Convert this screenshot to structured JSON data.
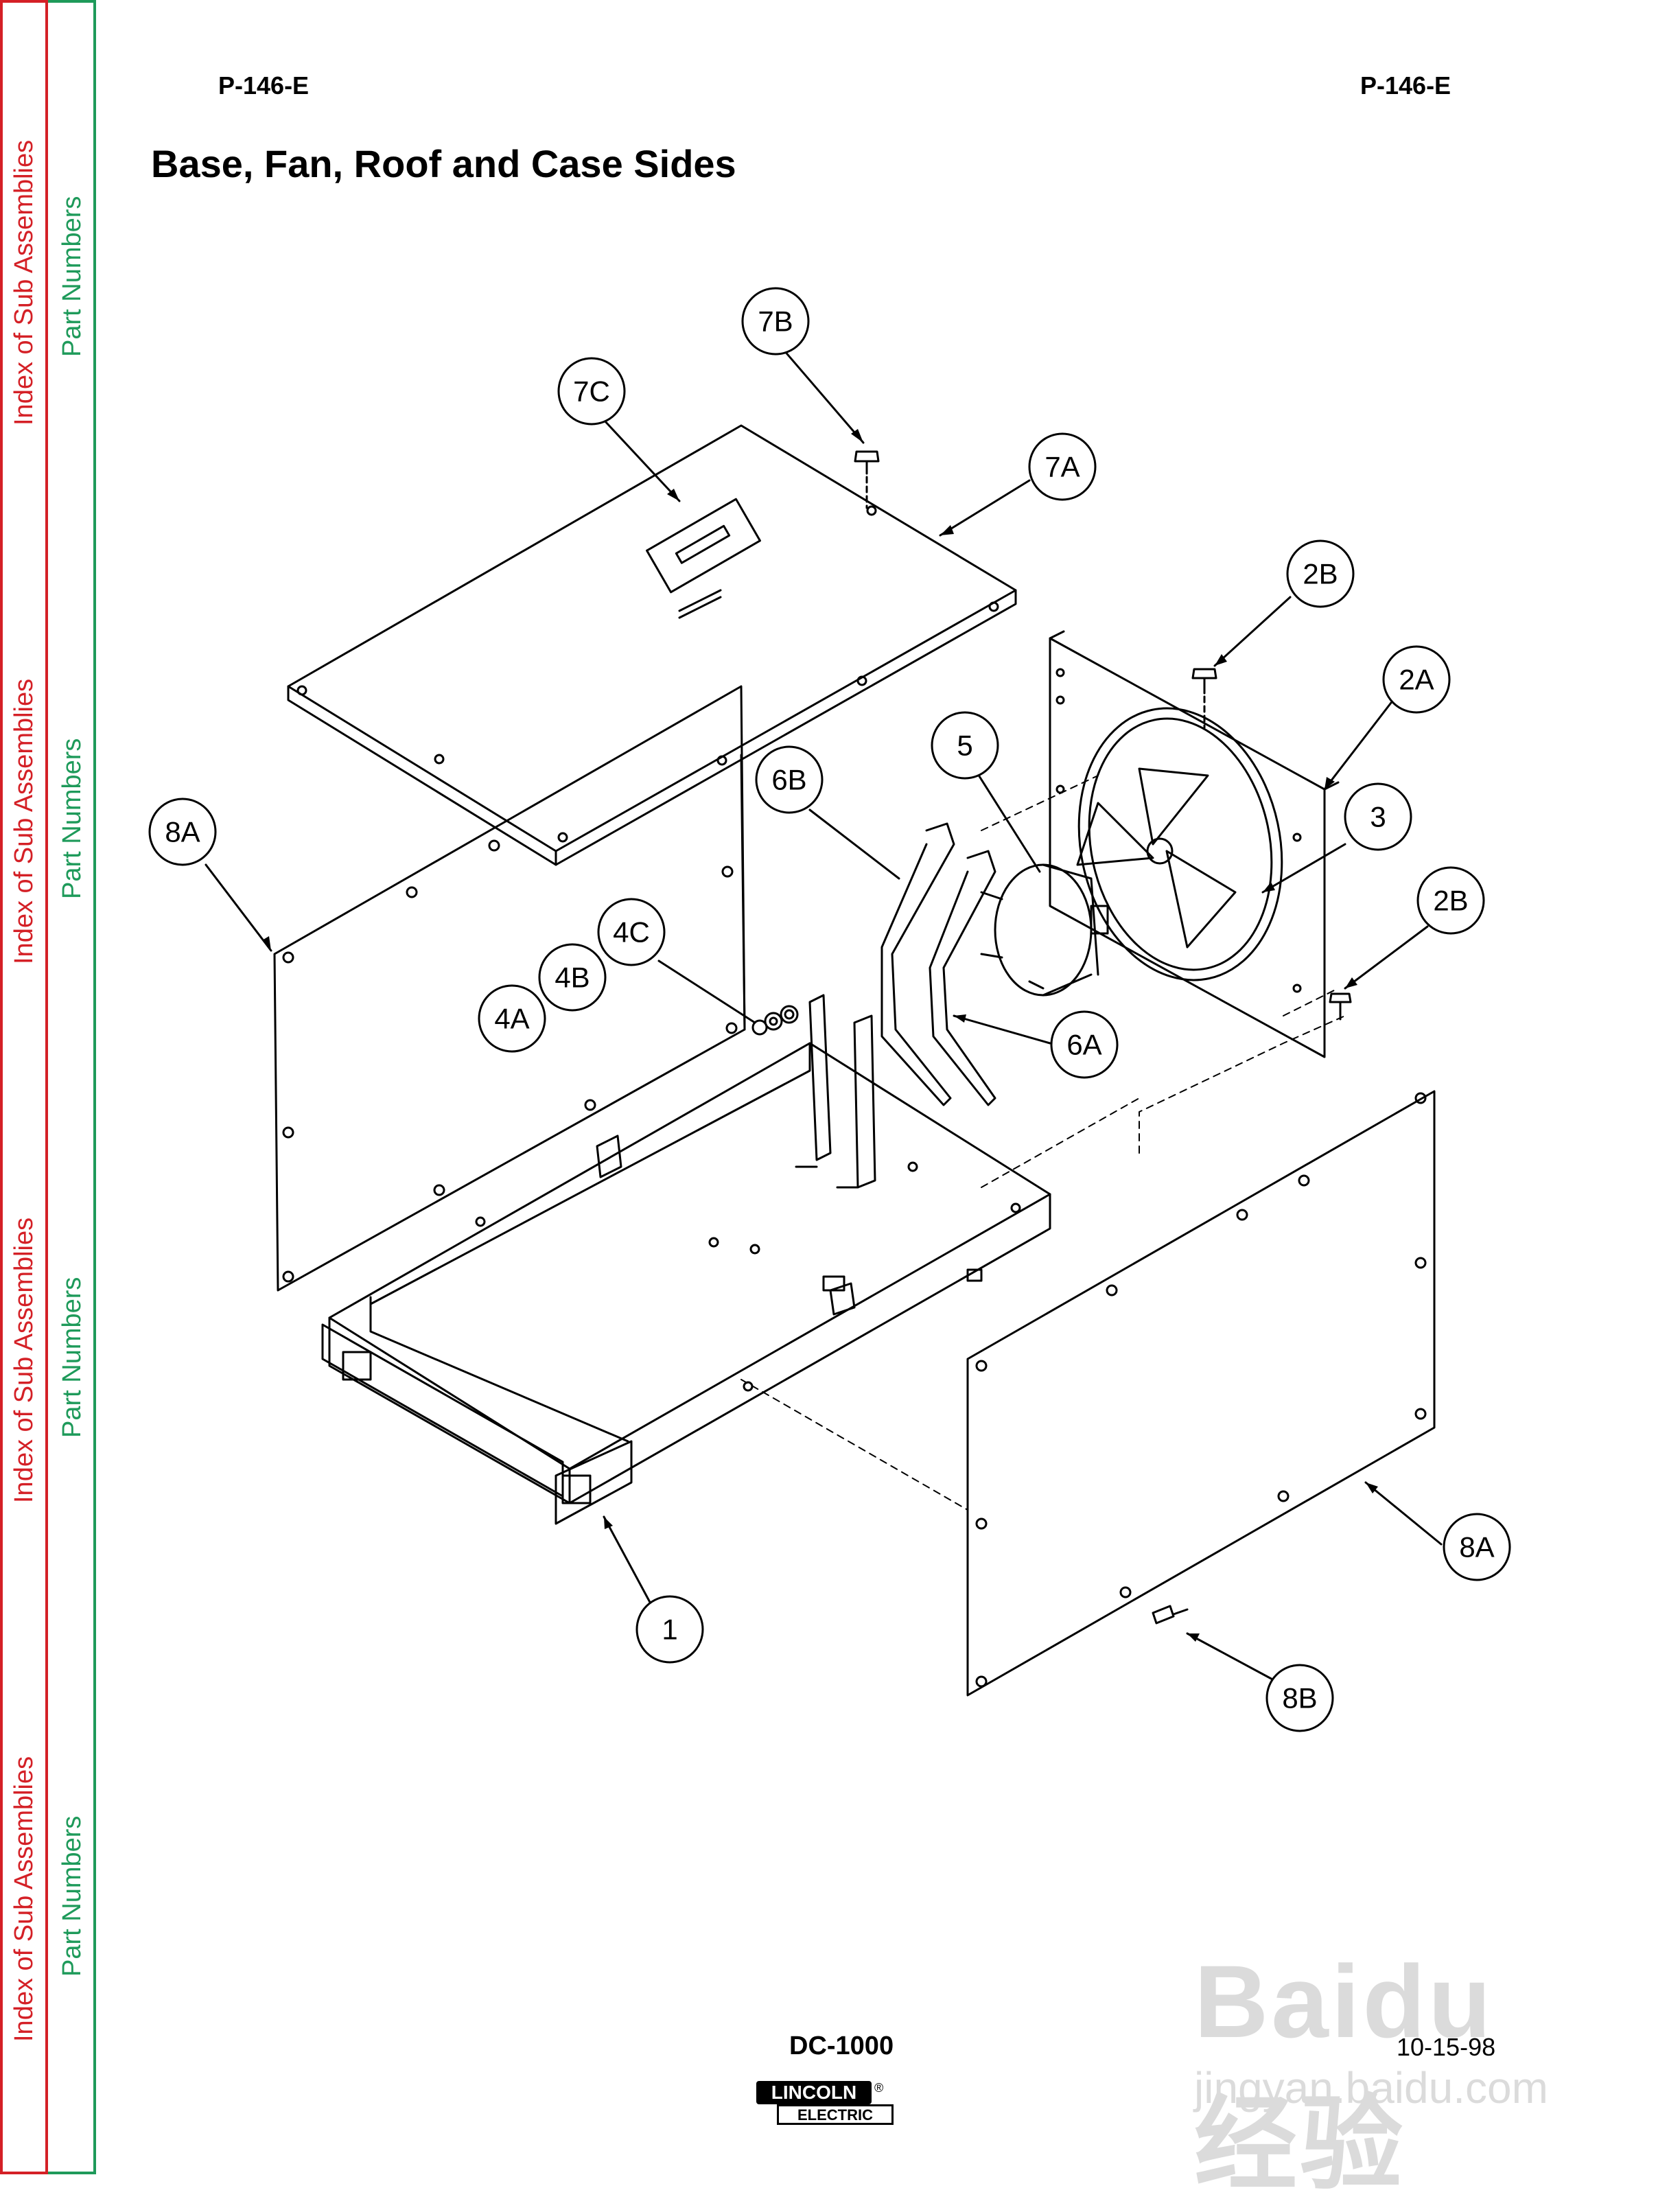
{
  "sidebar": {
    "index_label": "Index of Sub Assemblies",
    "parts_label": "Part Numbers"
  },
  "header": {
    "page_code_left": "P-146-E",
    "page_code_right": "P-146-E",
    "title": "Base, Fan, Roof and Case Sides"
  },
  "callouts": {
    "c7B": "7B",
    "c7C": "7C",
    "c7A": "7A",
    "c2B_top": "2B",
    "c2A": "2A",
    "c5": "5",
    "c6B": "6B",
    "c3": "3",
    "c2B_right": "2B",
    "c8A_left": "8A",
    "c4C": "4C",
    "c4B": "4B",
    "c4A": "4A",
    "c6A": "6A",
    "c8A_right": "8A",
    "c1": "1",
    "c8B": "8B"
  },
  "footer": {
    "model": "DC-1000",
    "date": "10-15-98",
    "logo_top": "LINCOLN",
    "logo_bottom": "ELECTRIC",
    "logo_reg": "®"
  },
  "watermark": {
    "main": "Baidu经验",
    "sub": "jingyan.baidu.com"
  }
}
